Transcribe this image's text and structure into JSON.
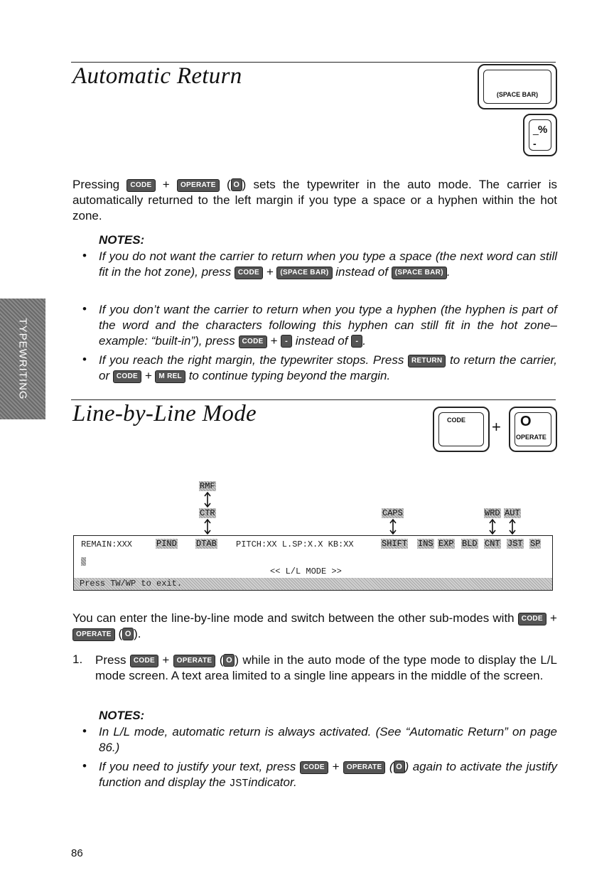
{
  "side_tab": "TYPEWRITING",
  "section1": {
    "title": "Automatic Return",
    "keycap1_label": "(SPACE BAR)",
    "keycap2_top": "%",
    "keycap2_bottom": "-",
    "para_parts": [
      "Pressing",
      "+",
      "(",
      ") sets the typewriter in the auto mode. The carrier is automatically returned to the left margin if you type a space or a hyphen within the hot zone."
    ],
    "notes_heading": "NOTES:",
    "note1_parts": [
      "If you do not want the carrier to return when you type a space (the next word can still fit in the hot zone), press",
      "+",
      "instead of",
      "."
    ],
    "note2_parts": [
      "If you don’t want the carrier to return when you type a hyphen (the hyphen is part of the word and the characters following this hyphen can still fit in the hot zone–example: “built-in”), press",
      "+",
      "instead of",
      "."
    ],
    "note3_parts": [
      "If you reach the right margin, the typewriter stops. Press",
      "to return the carrier, or",
      "+",
      "to continue typing beyond the margin."
    ]
  },
  "keys": {
    "code": "CODE",
    "operate": "OPERATE",
    "o": "O",
    "space_bar": "(SPACE BAR)",
    "minus": "-",
    "return": "RETURN",
    "m_rel": "M REL"
  },
  "section2": {
    "title": "Line-by-Line Mode",
    "keycap_code_label": "CODE",
    "plus": "+",
    "keycap_operate_top": "O",
    "keycap_operate_bottom": "OPERATE",
    "screen": {
      "indicators_above": [
        "RMF",
        "CTR",
        "CAPS",
        "WRD",
        "AUT"
      ],
      "status_remain": "REMAIN:XXX",
      "ind_pind": "PIND",
      "ind_dtab": "DTAB",
      "status_pitch": "PITCH:XX L.SP:X.X KB:XX",
      "ind_right": [
        "SHIFT",
        "INS",
        "EXP",
        "BLD",
        "CNT",
        "JST",
        "SP"
      ],
      "mode_label": "<< L/L MODE >>",
      "exit_msg": "Press TW/WP to exit."
    },
    "intro_parts": [
      "You can enter the line-by-line mode and switch between the other sub-modes with",
      "+",
      "(",
      ")."
    ],
    "step_num": "1.",
    "step1_parts": [
      "Press",
      "+",
      "(",
      ") while in the auto mode of the type mode to display the L/L mode screen. A text area limited to a single line appears in the middle of the screen."
    ],
    "notes_heading": "NOTES:",
    "note1": "In L/L mode, automatic return is always activated. (See “Automatic Return” on page 86.)",
    "note2_parts": [
      "If you need to justify your text, press",
      "+",
      "(",
      ") again to activate the justify function and display the",
      "JST",
      "indicator."
    ]
  },
  "page_number": "86"
}
